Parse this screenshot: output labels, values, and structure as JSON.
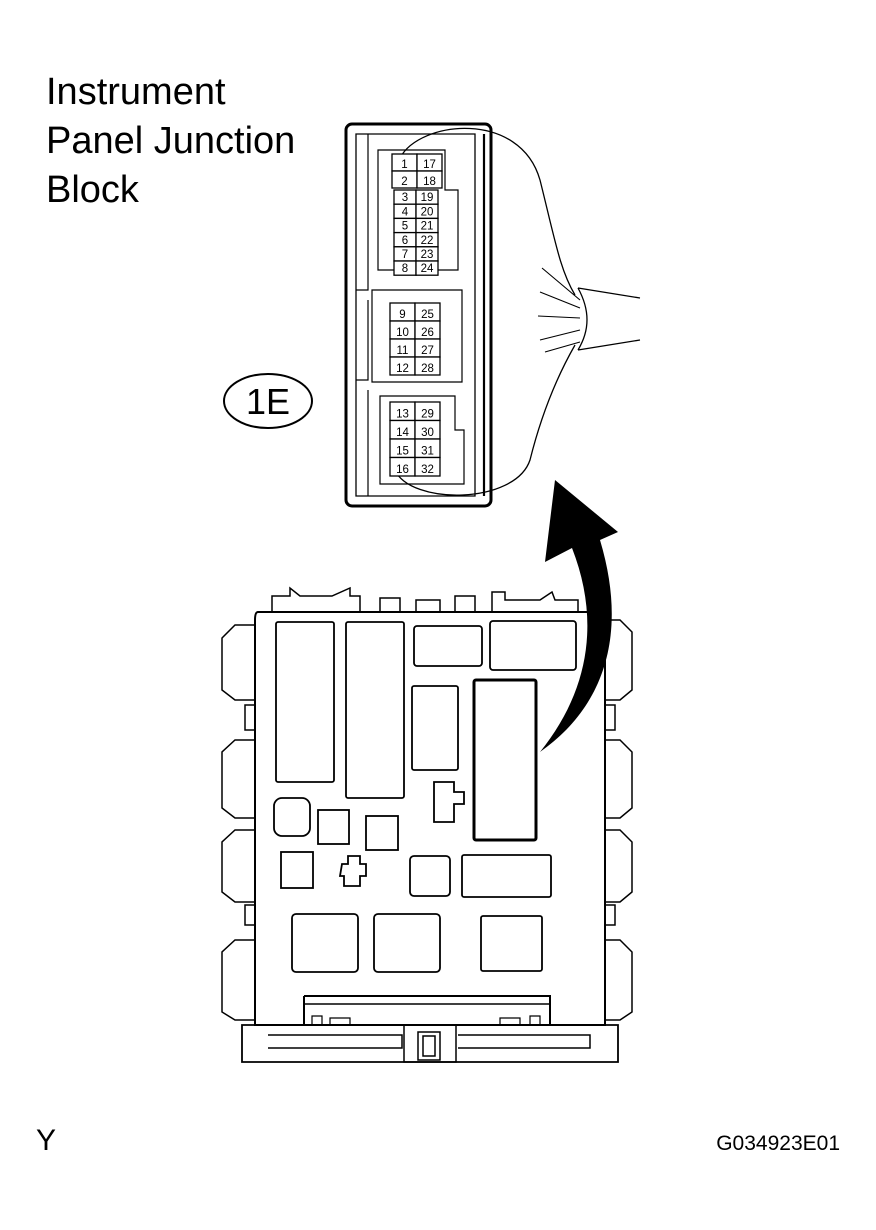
{
  "title_lines": [
    "Instrument",
    "Panel Junction",
    "Block"
  ],
  "connector_code": "1E",
  "connector_pins": {
    "group_top": [
      [
        "1",
        "17"
      ],
      [
        "2",
        "18"
      ],
      [
        "3",
        "19"
      ],
      [
        "4",
        "20"
      ],
      [
        "5",
        "21"
      ],
      [
        "6",
        "22"
      ],
      [
        "7",
        "23"
      ],
      [
        "8",
        "24"
      ]
    ],
    "group_mid": [
      [
        "9",
        "25"
      ],
      [
        "10",
        "26"
      ],
      [
        "11",
        "27"
      ],
      [
        "12",
        "28"
      ]
    ],
    "group_bottom": [
      [
        "13",
        "29"
      ],
      [
        "14",
        "30"
      ],
      [
        "15",
        "31"
      ],
      [
        "16",
        "32"
      ]
    ]
  },
  "corner_left": "Y",
  "figure_code": "G034923E01"
}
